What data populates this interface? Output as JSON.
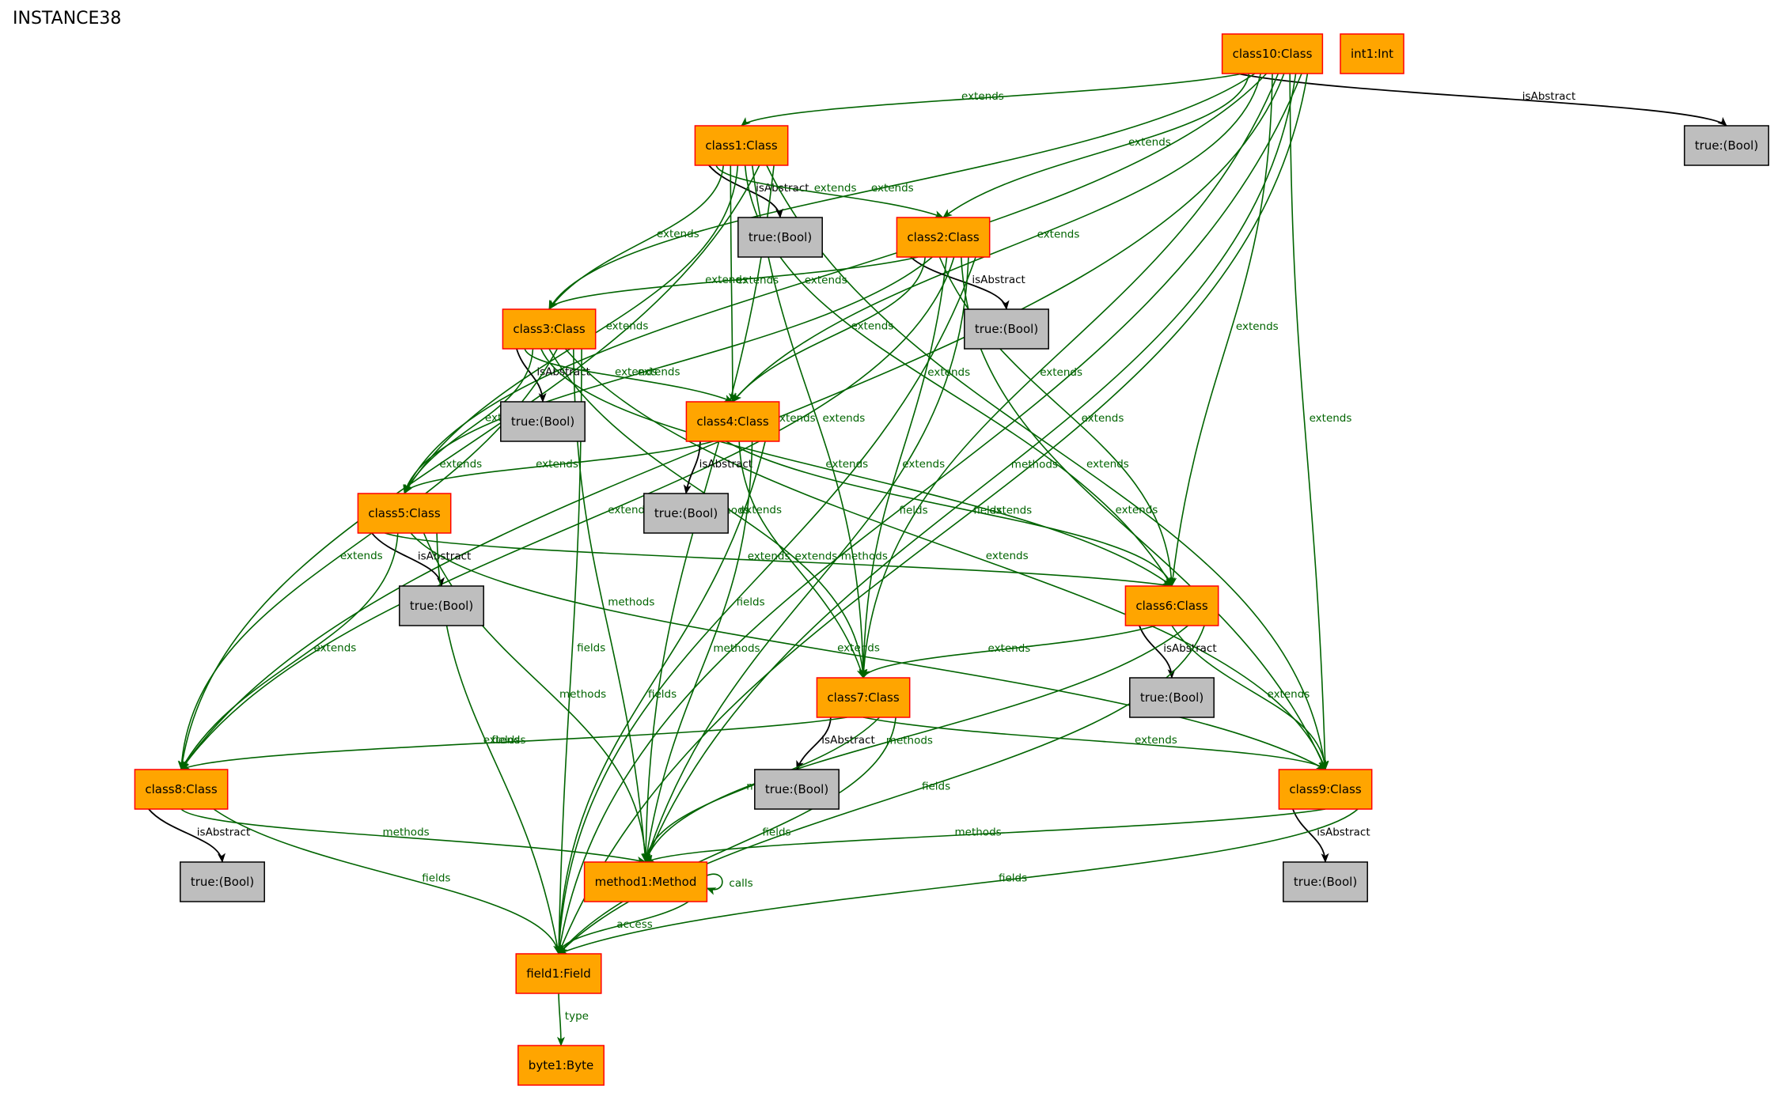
{
  "title": "INSTANCE38",
  "colors": {
    "object_fill": "#ffa500",
    "object_stroke": "#ff0000",
    "value_fill": "#bebebe",
    "value_stroke": "#000000",
    "ref_edge": "#006400",
    "attr_edge": "#000000"
  },
  "nodes": [
    {
      "id": "class10",
      "label": "class10:Class",
      "kind": "object"
    },
    {
      "id": "int1",
      "label": "int1:Int",
      "kind": "object"
    },
    {
      "id": "t10",
      "label": "true:(Bool)",
      "kind": "value"
    },
    {
      "id": "class1",
      "label": "class1:Class",
      "kind": "object"
    },
    {
      "id": "t1",
      "label": "true:(Bool)",
      "kind": "value"
    },
    {
      "id": "class2",
      "label": "class2:Class",
      "kind": "object"
    },
    {
      "id": "t2",
      "label": "true:(Bool)",
      "kind": "value"
    },
    {
      "id": "class3",
      "label": "class3:Class",
      "kind": "object"
    },
    {
      "id": "t3",
      "label": "true:(Bool)",
      "kind": "value"
    },
    {
      "id": "class4",
      "label": "class4:Class",
      "kind": "object"
    },
    {
      "id": "t4",
      "label": "true:(Bool)",
      "kind": "value"
    },
    {
      "id": "class5",
      "label": "class5:Class",
      "kind": "object"
    },
    {
      "id": "t5",
      "label": "true:(Bool)",
      "kind": "value"
    },
    {
      "id": "class6",
      "label": "class6:Class",
      "kind": "object"
    },
    {
      "id": "t6",
      "label": "true:(Bool)",
      "kind": "value"
    },
    {
      "id": "class7",
      "label": "class7:Class",
      "kind": "object"
    },
    {
      "id": "t7",
      "label": "true:(Bool)",
      "kind": "value"
    },
    {
      "id": "class8",
      "label": "class8:Class",
      "kind": "object"
    },
    {
      "id": "t8",
      "label": "true:(Bool)",
      "kind": "value"
    },
    {
      "id": "class9",
      "label": "class9:Class",
      "kind": "object"
    },
    {
      "id": "t9",
      "label": "true:(Bool)",
      "kind": "value"
    },
    {
      "id": "method1",
      "label": "method1:Method",
      "kind": "object"
    },
    {
      "id": "field1",
      "label": "field1:Field",
      "kind": "object"
    },
    {
      "id": "byte1",
      "label": "byte1:Byte",
      "kind": "object"
    }
  ],
  "edges": [
    {
      "from": "class10",
      "to": "t10",
      "label": "isAbstract"
    },
    {
      "from": "class10",
      "to": "class1",
      "label": "extends"
    },
    {
      "from": "class10",
      "to": "class2",
      "label": "extends"
    },
    {
      "from": "class10",
      "to": "class3",
      "label": "extends"
    },
    {
      "from": "class10",
      "to": "class4",
      "label": "extends"
    },
    {
      "from": "class10",
      "to": "class5",
      "label": "extends"
    },
    {
      "from": "class10",
      "to": "class6",
      "label": "extends"
    },
    {
      "from": "class10",
      "to": "class7",
      "label": "extends"
    },
    {
      "from": "class10",
      "to": "class8",
      "label": "extends"
    },
    {
      "from": "class10",
      "to": "class9",
      "label": "extends"
    },
    {
      "from": "class10",
      "to": "method1",
      "label": "methods"
    },
    {
      "from": "class10",
      "to": "field1",
      "label": "fields"
    },
    {
      "from": "class10",
      "to": "field1",
      "label": "fields"
    },
    {
      "from": "class1",
      "to": "t1",
      "label": "isAbstract"
    },
    {
      "from": "class1",
      "to": "class2",
      "label": "extends"
    },
    {
      "from": "class1",
      "to": "class3",
      "label": "extends"
    },
    {
      "from": "class1",
      "to": "class4",
      "label": "extends"
    },
    {
      "from": "class1",
      "to": "class5",
      "label": "extends"
    },
    {
      "from": "class1",
      "to": "class6",
      "label": "extends"
    },
    {
      "from": "class1",
      "to": "class7",
      "label": "extends"
    },
    {
      "from": "class1",
      "to": "class8",
      "label": "extends"
    },
    {
      "from": "class1",
      "to": "class9",
      "label": "extends"
    },
    {
      "from": "class1",
      "to": "method1",
      "label": "methods"
    },
    {
      "from": "class2",
      "to": "t2",
      "label": "isAbstract"
    },
    {
      "from": "class2",
      "to": "class3",
      "label": "extends"
    },
    {
      "from": "class2",
      "to": "class4",
      "label": "extends"
    },
    {
      "from": "class2",
      "to": "class5",
      "label": "extends"
    },
    {
      "from": "class2",
      "to": "class6",
      "label": "extends"
    },
    {
      "from": "class2",
      "to": "class7",
      "label": "extends"
    },
    {
      "from": "class2",
      "to": "class8",
      "label": "extends"
    },
    {
      "from": "class2",
      "to": "class9",
      "label": "extends"
    },
    {
      "from": "class2",
      "to": "method1",
      "label": "methods"
    },
    {
      "from": "class2",
      "to": "field1",
      "label": "fields"
    },
    {
      "from": "class3",
      "to": "t3",
      "label": "isAbstract"
    },
    {
      "from": "class3",
      "to": "class4",
      "label": "extends"
    },
    {
      "from": "class3",
      "to": "class5",
      "label": "extends"
    },
    {
      "from": "class3",
      "to": "class6",
      "label": "extends"
    },
    {
      "from": "class3",
      "to": "class7",
      "label": "extends"
    },
    {
      "from": "class3",
      "to": "class8",
      "label": "extends"
    },
    {
      "from": "class3",
      "to": "class9",
      "label": "extends"
    },
    {
      "from": "class3",
      "to": "method1",
      "label": "methods"
    },
    {
      "from": "class3",
      "to": "field1",
      "label": "fields"
    },
    {
      "from": "class4",
      "to": "t4",
      "label": "isAbstract"
    },
    {
      "from": "class4",
      "to": "class5",
      "label": "extends"
    },
    {
      "from": "class4",
      "to": "class6",
      "label": "extends"
    },
    {
      "from": "class4",
      "to": "class7",
      "label": "extends"
    },
    {
      "from": "class4",
      "to": "method1",
      "label": "methods"
    },
    {
      "from": "class4",
      "to": "field1",
      "label": "fields"
    },
    {
      "from": "class5",
      "to": "t5",
      "label": "isAbstract"
    },
    {
      "from": "class5",
      "to": "class6",
      "label": "extends"
    },
    {
      "from": "class5",
      "to": "class8",
      "label": "extends"
    },
    {
      "from": "class5",
      "to": "class9",
      "label": "extends"
    },
    {
      "from": "class5",
      "to": "method1",
      "label": "methods"
    },
    {
      "from": "class5",
      "to": "field1",
      "label": "fields"
    },
    {
      "from": "class6",
      "to": "t6",
      "label": "isAbstract"
    },
    {
      "from": "class6",
      "to": "class7",
      "label": "extends"
    },
    {
      "from": "class6",
      "to": "class9",
      "label": "extends"
    },
    {
      "from": "class6",
      "to": "method1",
      "label": "methods"
    },
    {
      "from": "class6",
      "to": "field1",
      "label": "fields"
    },
    {
      "from": "class7",
      "to": "t7",
      "label": "isAbstract"
    },
    {
      "from": "class7",
      "to": "class8",
      "label": "extends"
    },
    {
      "from": "class7",
      "to": "class9",
      "label": "extends"
    },
    {
      "from": "class7",
      "to": "method1",
      "label": "methods"
    },
    {
      "from": "class7",
      "to": "field1",
      "label": "fields"
    },
    {
      "from": "class8",
      "to": "t8",
      "label": "isAbstract"
    },
    {
      "from": "class8",
      "to": "method1",
      "label": "methods"
    },
    {
      "from": "class8",
      "to": "field1",
      "label": "fields"
    },
    {
      "from": "class9",
      "to": "t9",
      "label": "isAbstract"
    },
    {
      "from": "class9",
      "to": "method1",
      "label": "methods"
    },
    {
      "from": "class9",
      "to": "field1",
      "label": "fields"
    },
    {
      "from": "method1",
      "to": "method1",
      "label": "calls"
    },
    {
      "from": "method1",
      "to": "field1",
      "label": "access"
    },
    {
      "from": "field1",
      "to": "byte1",
      "label": "type"
    }
  ]
}
